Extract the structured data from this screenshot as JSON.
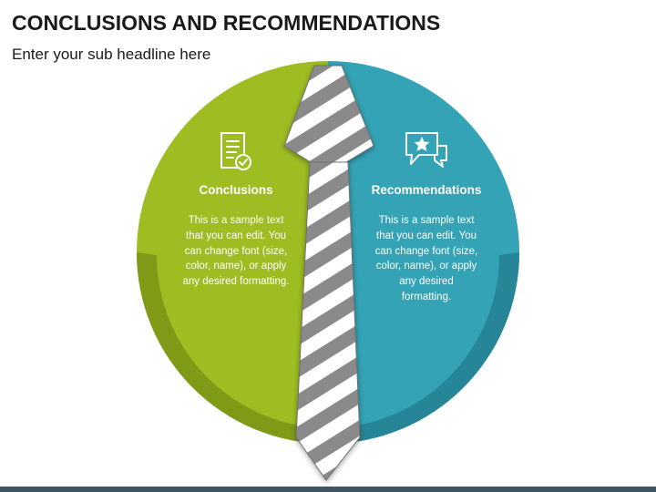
{
  "header": {
    "title": "CONCLUSIONS AND RECOMMENDATIONS",
    "subtitle": "Enter your sub headline here"
  },
  "left_panel": {
    "heading": "Conclusions",
    "body": "This is a sample text that you can edit. You can change font (size, color, name), or apply any desired formatting.",
    "icon": "document-check-icon",
    "color": "#9dbd22"
  },
  "right_panel": {
    "heading": "Recommendations",
    "body": "This is a sample text that you can edit. You can change font (size, color, name), or apply any desired formatting.",
    "icon": "chat-star-icon",
    "color": "#33a3b5"
  },
  "tie": {
    "stripe_color": "#8a8a8a"
  },
  "colors": {
    "left_shadow": "#7f9a16",
    "right_shadow": "#268596",
    "bottom_bar": "#3d5566"
  }
}
